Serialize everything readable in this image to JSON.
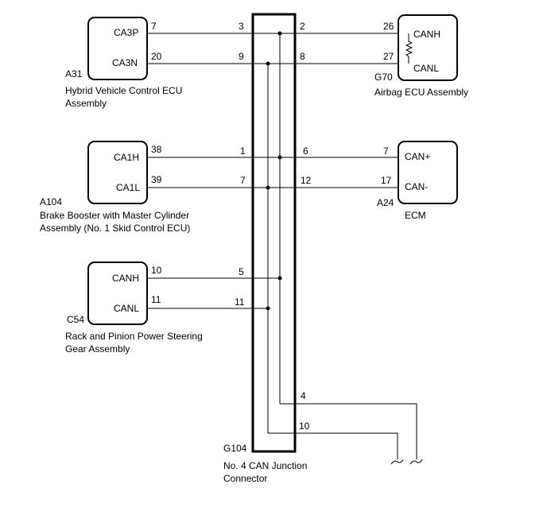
{
  "components": {
    "a31": {
      "code": "A31",
      "name_line1": "Hybrid Vehicle Control ECU",
      "name_line2": "Assembly",
      "pin_names": [
        "CA3P",
        "CA3N"
      ],
      "pin_numbers": [
        "7",
        "20"
      ]
    },
    "g70": {
      "code": "G70",
      "name": "Airbag ECU Assembly",
      "pin_names": [
        "CANH",
        "CANL"
      ],
      "pin_numbers": [
        "26",
        "27"
      ]
    },
    "a104": {
      "code": "A104",
      "name_line1": "Brake Booster with Master Cylinder",
      "name_line2": "Assembly (No. 1 Skid Control ECU)",
      "pin_names": [
        "CA1H",
        "CA1L"
      ],
      "pin_numbers": [
        "38",
        "39"
      ]
    },
    "a24": {
      "code": "A24",
      "name": "ECM",
      "pin_names": [
        "CAN+",
        "CAN-"
      ],
      "pin_numbers": [
        "7",
        "17"
      ]
    },
    "c54": {
      "code": "C54",
      "name_line1": "Rack and Pinion Power Steering",
      "name_line2": "Gear Assembly",
      "pin_names": [
        "CANH",
        "CANL"
      ],
      "pin_numbers": [
        "10",
        "11"
      ]
    },
    "g104": {
      "code": "G104",
      "name_line1": "No. 4 CAN Junction",
      "name_line2": "Connector",
      "left_pins": [
        "3",
        "9",
        "1",
        "7",
        "5",
        "11"
      ],
      "right_pins": [
        "2",
        "8",
        "6",
        "12",
        "4",
        "10"
      ]
    }
  }
}
